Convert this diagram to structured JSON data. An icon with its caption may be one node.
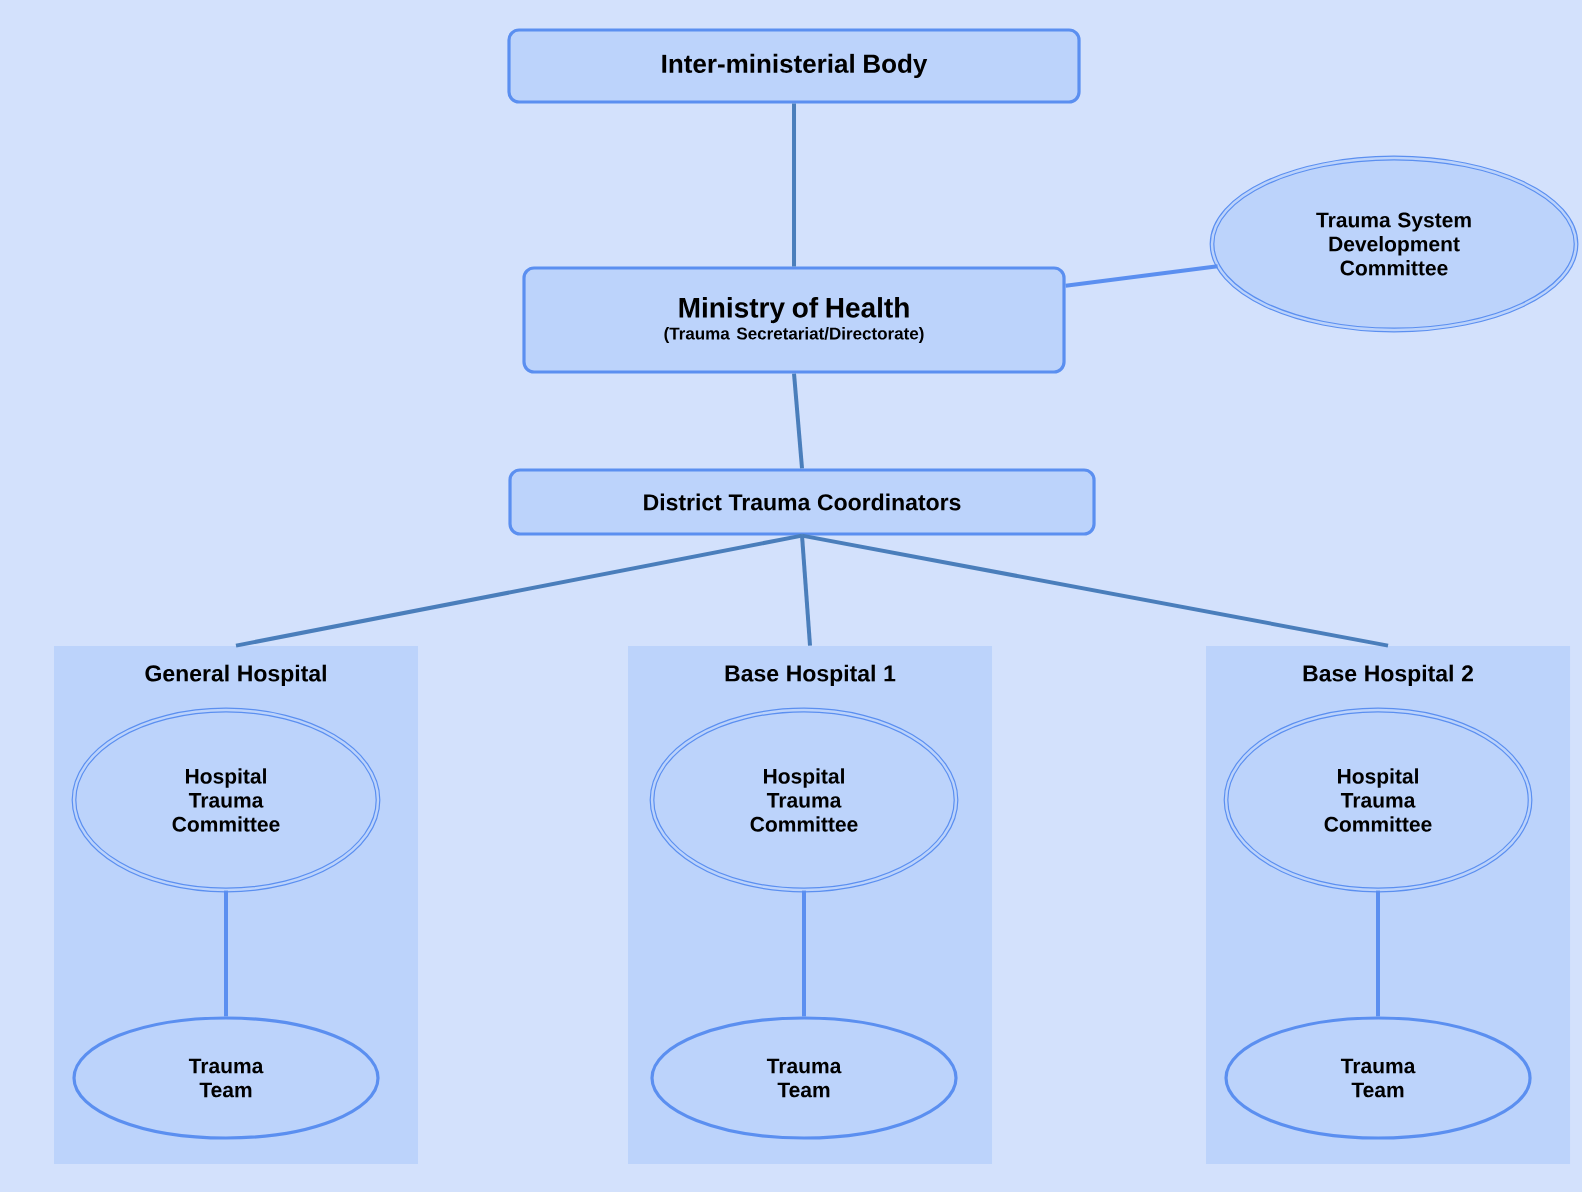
{
  "diagram": {
    "nodes": [
      {
        "text": [
          "Inter-ministerial Body"
        ]
      },
      {
        "text": [
          "Ministry of Health",
          "(Trauma Secretariat/Directorate)"
        ]
      },
      {
        "text": [
          "Trauma System Development Committee"
        ]
      },
      {
        "text": [
          "District Trauma Coordinators"
        ]
      },
      {
        "text": [
          "General Hospital"
        ]
      },
      {
        "text": [
          "Hospital Trauma Committee"
        ],
        "in": 4
      },
      {
        "text": [
          "Trauma Team"
        ],
        "in": 4
      },
      {
        "text": [
          "Base Hospital 1"
        ]
      },
      {
        "text": [
          "Hospital Trauma Committee"
        ],
        "in": 7
      },
      {
        "text": [
          "Trauma Team"
        ],
        "in": 7
      },
      {
        "text": [
          "Base Hospital 2"
        ]
      },
      {
        "text": [
          "Hospital Trauma Committee"
        ],
        "in": 10
      },
      {
        "text": [
          "Trauma Team"
        ],
        "in": 10
      }
    ],
    "edges": [
      {
        "from": 0,
        "to": 1,
        "arrow": "none"
      },
      {
        "from": 1,
        "to": 2,
        "arrow": "none",
        "color": "#5b8ff0"
      },
      {
        "from": 1,
        "to": 3,
        "arrow": "none"
      },
      {
        "from": 3,
        "to": 4,
        "arrow": "none"
      },
      {
        "from": 3,
        "to": 7,
        "arrow": "none"
      },
      {
        "from": 3,
        "to": 10,
        "arrow": "none"
      },
      {
        "from": 5,
        "to": 6,
        "arrow": "none",
        "color": "#5b8ff0"
      },
      {
        "from": 8,
        "to": 9,
        "arrow": "none",
        "color": "#5b8ff0"
      },
      {
        "from": 11,
        "to": 12,
        "arrow": "none",
        "color": "#5b8ff0"
      }
    ]
  }
}
